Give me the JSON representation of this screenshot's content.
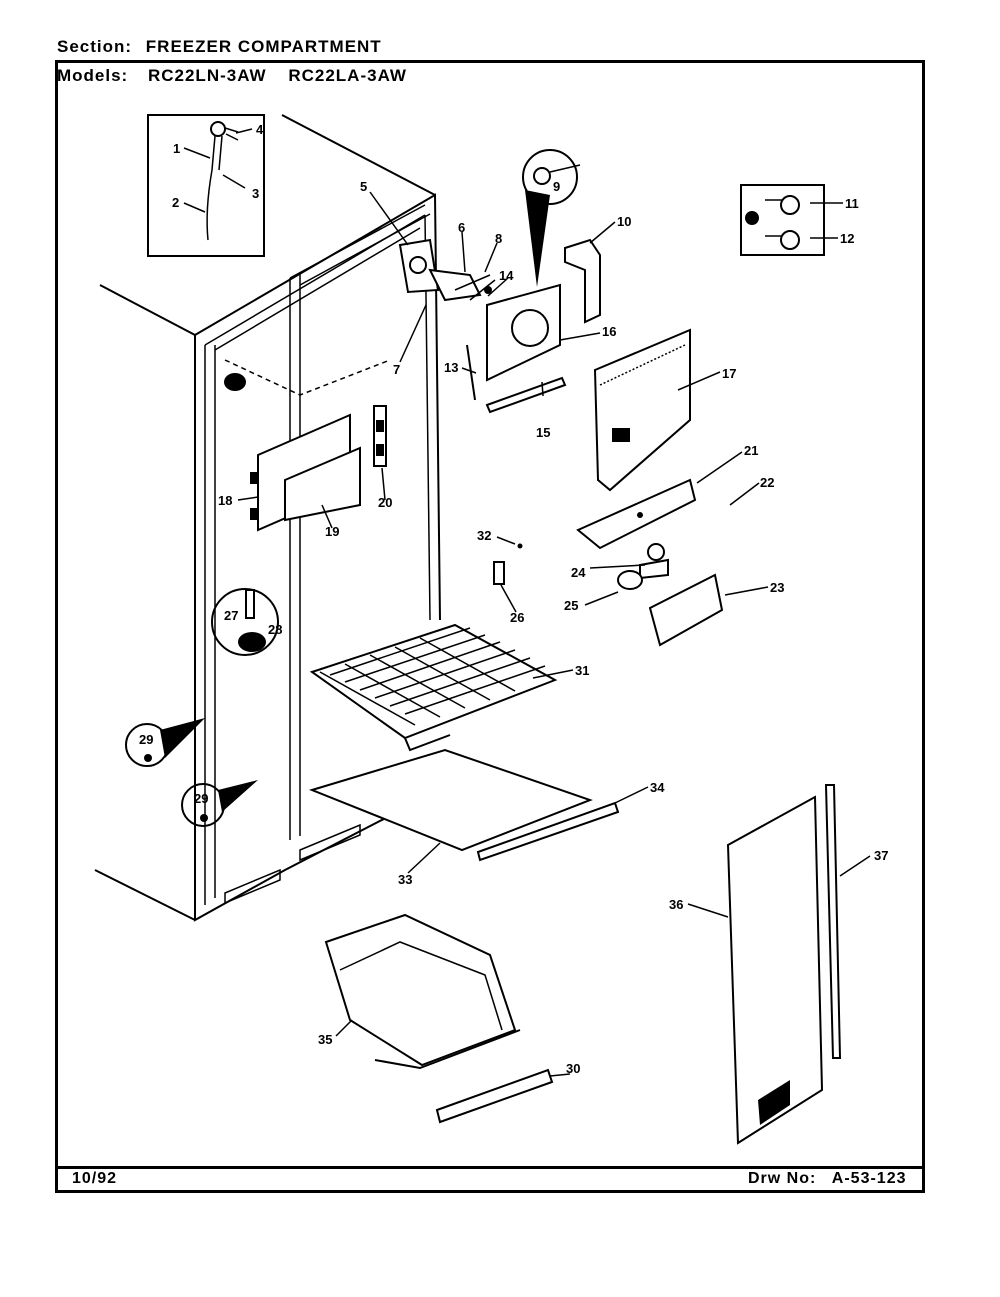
{
  "header": {
    "section_label": "Section:",
    "section_value": "FREEZER COMPARTMENT",
    "models_label": "Models:",
    "model_1": "RC22LN-3AW",
    "model_2": "RC22LA-3AW"
  },
  "footer": {
    "date": "10/92",
    "drawing_label": "Drw No:",
    "drawing_number": "A-53-123"
  },
  "callouts": [
    "1",
    "2",
    "3",
    "4",
    "5",
    "6",
    "7",
    "8",
    "9",
    "10",
    "11",
    "12",
    "13",
    "14",
    "15",
    "16",
    "17",
    "18",
    "19",
    "20",
    "21",
    "22",
    "23",
    "24",
    "25",
    "26",
    "27",
    "28",
    "29",
    "29",
    "30",
    "31",
    "32",
    "33",
    "34",
    "35",
    "36",
    "37"
  ]
}
